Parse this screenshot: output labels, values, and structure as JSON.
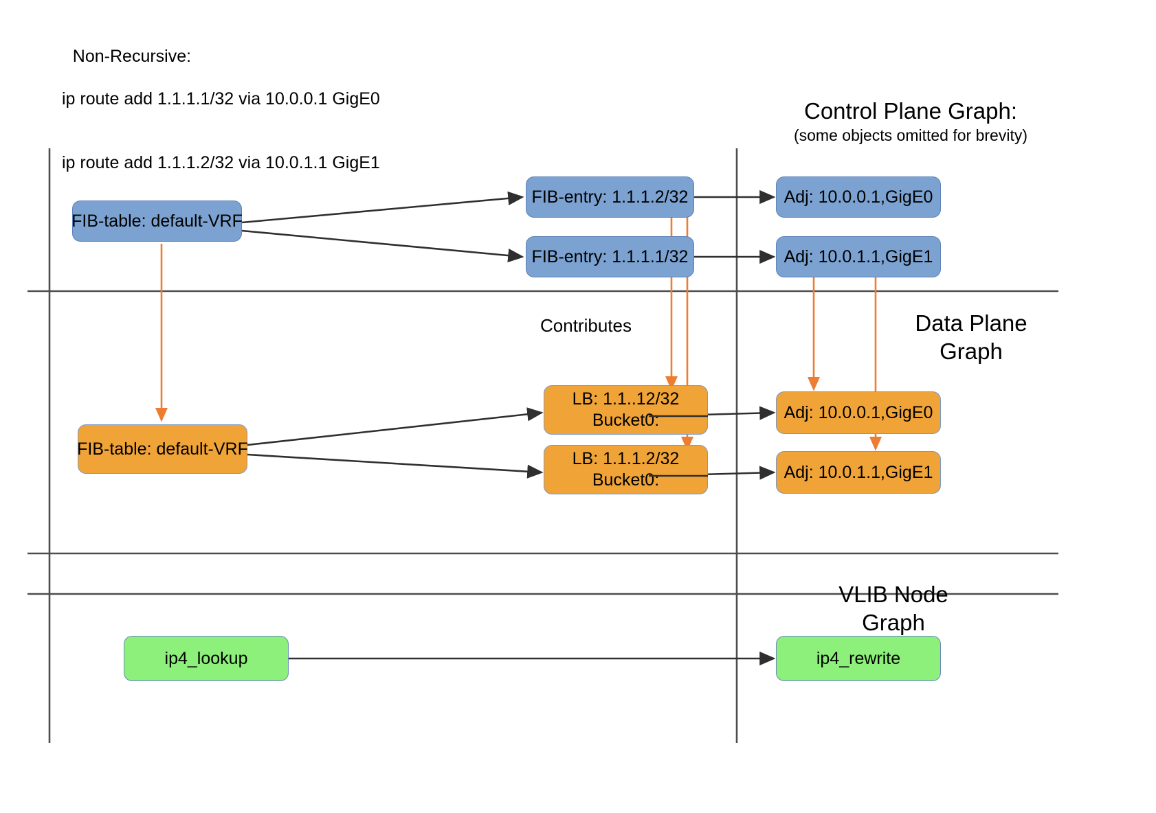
{
  "legend": {
    "title": "Non-Recursive:",
    "line1": "ip route add 1.1.1.1/32 via 10.0.0.1 GigE0",
    "line2": "ip route add 1.1.1.2/32 via 10.0.1.1 GigE1"
  },
  "headers": {
    "control_plane": "Control Plane Graph:",
    "control_plane_note": "(some objects omitted for brevity)",
    "data_plane_line1": "Data Plane",
    "data_plane_line2": "Graph",
    "vlib_line1": "VLIB Node",
    "vlib_line2": "Graph"
  },
  "labels": {
    "contributes": "Contributes"
  },
  "control_plane": {
    "fib_table": "FIB-table: default-VRF",
    "fib_entry_top": "FIB-entry: 1.1.1.2/32",
    "fib_entry_bottom": "FIB-entry: 1.1.1.1/32",
    "adj_top": "Adj: 10.0.0.1,GigE0",
    "adj_bottom": "Adj: 10.0.1.1,GigE1"
  },
  "data_plane": {
    "fib_table": "FIB-table: default-VRF",
    "lb_top_line1": "LB: 1.1..12/32",
    "lb_top_line2": "Bucket0:",
    "lb_bottom_line1": "LB: 1.1.1.2/32",
    "lb_bottom_line2": "Bucket0:",
    "adj_top": "Adj: 10.0.0.1,GigE0",
    "adj_bottom": "Adj: 10.0.1.1,GigE1"
  },
  "vlib": {
    "node_left": "ip4_lookup",
    "node_right": "ip4_rewrite"
  },
  "colors": {
    "control_plane_fill": "#7ba2d0",
    "data_plane_fill": "#f0a336",
    "vlib_fill": "#8cf07a",
    "contributes_arrow": "#ed7d31",
    "graph_edge": "#3a3a3a",
    "divider": "#4d4d4d"
  }
}
